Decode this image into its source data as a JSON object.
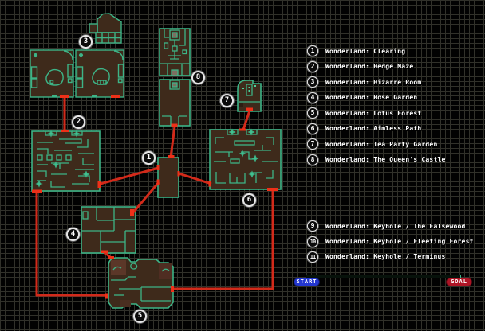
{
  "legend": {
    "areas": [
      {
        "num": "1",
        "label": "Wonderland: Clearing"
      },
      {
        "num": "2",
        "label": "Wonderland: Hedge Maze"
      },
      {
        "num": "3",
        "label": "Wonderland: Bizarre Room"
      },
      {
        "num": "4",
        "label": "Wonderland: Rose Garden"
      },
      {
        "num": "5",
        "label": "Wonderland: Lotus Forest"
      },
      {
        "num": "6",
        "label": "Wonderland: Aimless Path"
      },
      {
        "num": "7",
        "label": "Wonderland: Tea Party Garden"
      },
      {
        "num": "8",
        "label": "Wonderland: The Queen's Castle"
      }
    ],
    "keyholes": [
      {
        "num": "9",
        "label": "Wonderland: Keyhole / The Falsewood"
      },
      {
        "num": "10",
        "label": "Wonderland: Keyhole / Fleeting Forest"
      },
      {
        "num": "11",
        "label": "Wonderland: Keyhole / Terminus"
      }
    ]
  },
  "map": {
    "marker_numbers": [
      "1",
      "2",
      "3",
      "4",
      "5",
      "6",
      "7",
      "8"
    ]
  },
  "progress": {
    "start_label": "START",
    "goal_label": "GOAL"
  },
  "colors": {
    "wall_teal": "#3db487",
    "sparkle_teal": "#4ecf9a",
    "room_brown": "#3e2a1b",
    "patch_red_brown": "#5b3728",
    "route_red": "#d22a1a",
    "connector_red": "#ee3018",
    "start_blue": "#2336cf",
    "goal_red": "#ae1526",
    "grid_line": "#31312a",
    "text_white": "#ffffff"
  }
}
